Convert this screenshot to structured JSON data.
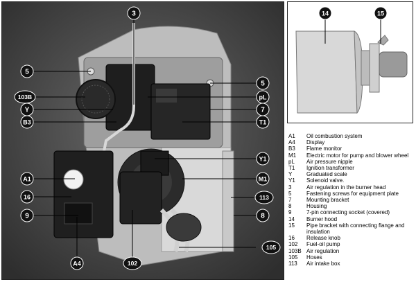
{
  "callouts": {
    "c3": "3",
    "c5a": "5",
    "c5b": "5",
    "c103b": "103B",
    "cY": "Y",
    "cB3": "B3",
    "cpL": "pL",
    "c7": "7",
    "cT1": "T1",
    "cY1": "Y1",
    "cA1": "A1",
    "cM1": "M1",
    "c16": "16",
    "c113": "113",
    "c9": "9",
    "c8": "8",
    "c105": "105",
    "cA4": "A4",
    "c102": "102",
    "c14": "14",
    "c15": "15"
  },
  "legend": [
    {
      "code": "A1",
      "desc": "Oil combustion system"
    },
    {
      "code": "A4",
      "desc": "Display"
    },
    {
      "code": "B3",
      "desc": "Flame monitor"
    },
    {
      "code": "M1",
      "desc": "Electric motor for pump and blower wheel"
    },
    {
      "code": "pL",
      "desc": "Air pressure nipple"
    },
    {
      "code": "T1",
      "desc": "Ignition transformer"
    },
    {
      "code": "Y",
      "desc": "Graduated scale"
    },
    {
      "code": "Y1",
      "desc": "Solenoid valve."
    },
    {
      "code": "3",
      "desc": "Air regulation in the burner head"
    },
    {
      "code": "5",
      "desc": "Fastening screws for equipment plate"
    },
    {
      "code": "7",
      "desc": "Mounting bracket"
    },
    {
      "code": "8",
      "desc": "Housing"
    },
    {
      "code": "9",
      "desc": "7-pin connecting socket (covered)"
    },
    {
      "code": "14",
      "desc": "Burner hood"
    },
    {
      "code": "15",
      "desc": "Pipe bracket with connecting flange and insulation"
    },
    {
      "code": "16",
      "desc": "Release knob"
    },
    {
      "code": "102",
      "desc": "Fuel-oil pump"
    },
    {
      "code": "103B",
      "desc": "Air regulation"
    },
    {
      "code": "105",
      "desc": "Hoses"
    },
    {
      "code": "113",
      "desc": "Air intake box"
    }
  ]
}
